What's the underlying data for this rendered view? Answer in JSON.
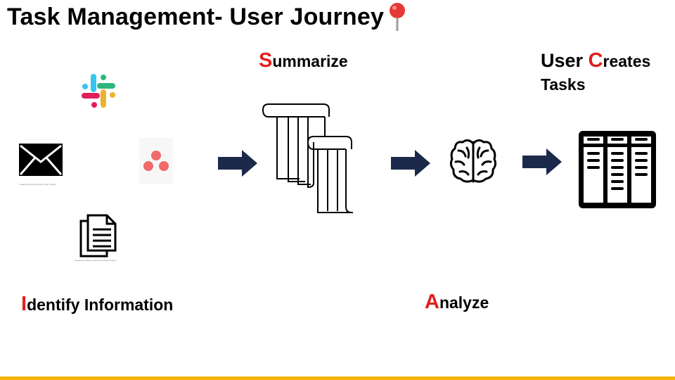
{
  "title": {
    "text": "Task Management- User Journey",
    "icon": "map-pin-icon"
  },
  "stages": {
    "identify": {
      "initial": "I",
      "rest": "dentify Information"
    },
    "summarize": {
      "initial": "S",
      "rest": "ummarize"
    },
    "analyze": {
      "initial": "A",
      "rest": "nalyze"
    },
    "creates": {
      "word1": "User ",
      "initial": "C",
      "rest": "reates",
      "line2": "Tasks"
    }
  },
  "sources": [
    {
      "name": "slack",
      "icon": "slack-logo-icon"
    },
    {
      "name": "email",
      "icon": "envelope-icon",
      "caption": "Created by Kumkum from Noun Project"
    },
    {
      "name": "asana",
      "icon": "asana-logo-icon"
    },
    {
      "name": "document",
      "icon": "documents-icon",
      "caption": "Created by Adrien Coquet from Noun Project"
    }
  ],
  "icons": {
    "summary": "scroll-icon",
    "analysis": "brain-icon",
    "tasks": "task-board-icon",
    "flow": "arrow-right-icon"
  },
  "colors": {
    "accent": "#e02020",
    "arrow": "#1b2a4a",
    "bottom_bar": "#f4b400",
    "slack": [
      "#36c5f0",
      "#2eb67d",
      "#ecb22e",
      "#e01e5a"
    ],
    "asana": "#f06a6a"
  }
}
